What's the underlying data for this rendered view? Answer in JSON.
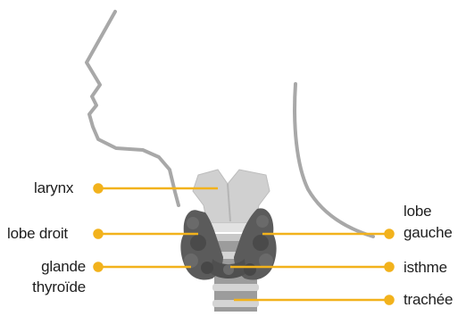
{
  "labels": {
    "larynx": "larynx",
    "lobe_droit": "lobe droit",
    "glande_line1": "glande",
    "glande_line2": "thyroïde",
    "lobe_gauche_line1": "lobe",
    "lobe_gauche_line2": "gauche",
    "isthme": "isthme",
    "trachee": "trachée"
  },
  "colors": {
    "outline": "#a8a8a8",
    "leader": "#f2b21c",
    "thyroid": "#5b5b5b",
    "thyroid_dark": "#3f3f3f",
    "larynx": "#d0d0d0",
    "trachea": "#9c9c9c",
    "text": "#1e1e1e"
  }
}
